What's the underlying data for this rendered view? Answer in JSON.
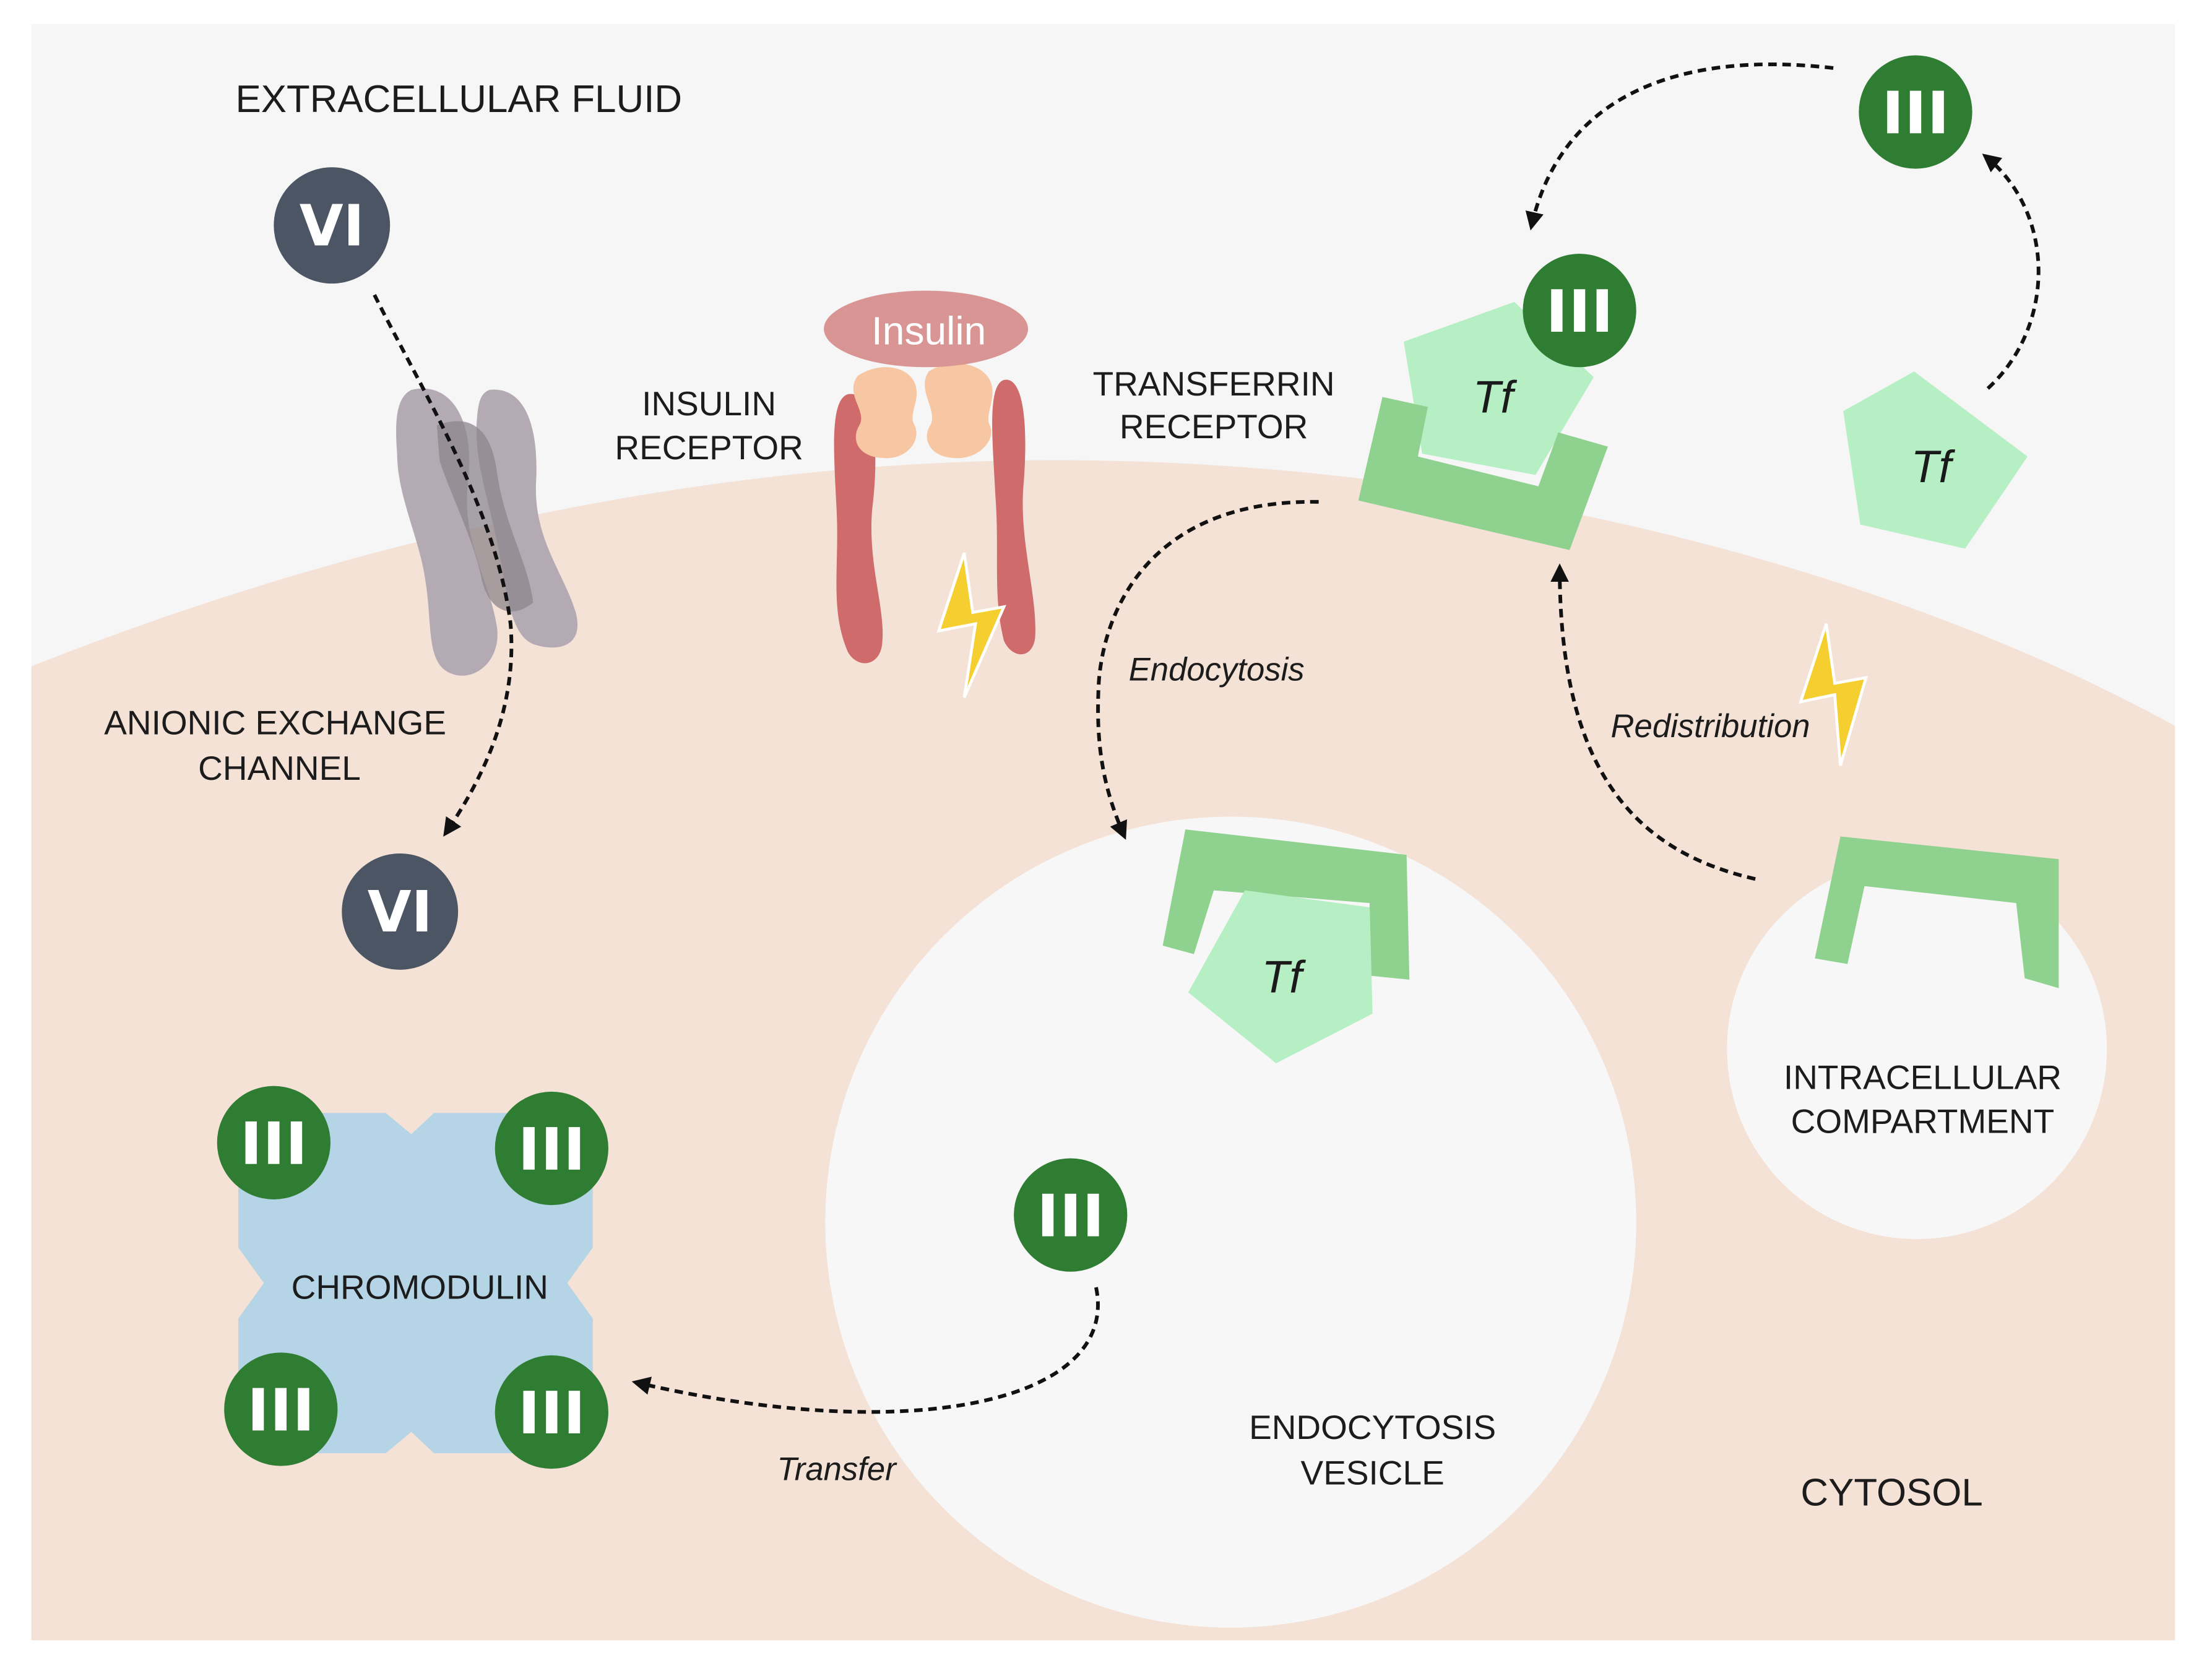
{
  "regions": {
    "extracellular": "EXTRACELLULAR FLUID",
    "cytosol": "CYTOSOL"
  },
  "labels": {
    "channel_line1": "ANIONIC EXCHANGE",
    "channel_line2": "CHANNEL",
    "insulin_receptor_line1": "INSULIN",
    "insulin_receptor_line2": "RECEPTOR",
    "insulin": "Insulin",
    "transferrin_receptor_line1": "TRANSFERRIN",
    "transferrin_receptor_line2": "RECEPTOR",
    "vesicle_line1": "ENDOCYTOSIS",
    "vesicle_line2": "VESICLE",
    "compartment_line1": "INTRACELLULAR",
    "compartment_line2": "COMPARTMENT",
    "chromodulin": "CHROMODULIN"
  },
  "processes": {
    "endocytosis": "Endocytosis",
    "redistribution": "Redistribution",
    "transfer": "Transfer"
  },
  "ions": {
    "vanadium": "VI",
    "chromium": "III"
  },
  "transferrin": "Tf",
  "colors": {
    "extracellular_bg": "#f6f6f6",
    "cytosol_bg": "#f5e2d6",
    "vesicle": "#f7f7f7",
    "vanadium_ion": "#4b5563",
    "chromium_ion": "#2f7d32",
    "transferrin": "#b7efc5",
    "transferrin_receptor": "#8fd18f",
    "chromodulin": "#b5d4e6",
    "insulin": "#d99494",
    "insulin_receptor": "#cf6b6b",
    "insulin_receptor_inner": "#f7c6a3",
    "channel": "#b4aab4",
    "signal": "#f4cf2f"
  }
}
